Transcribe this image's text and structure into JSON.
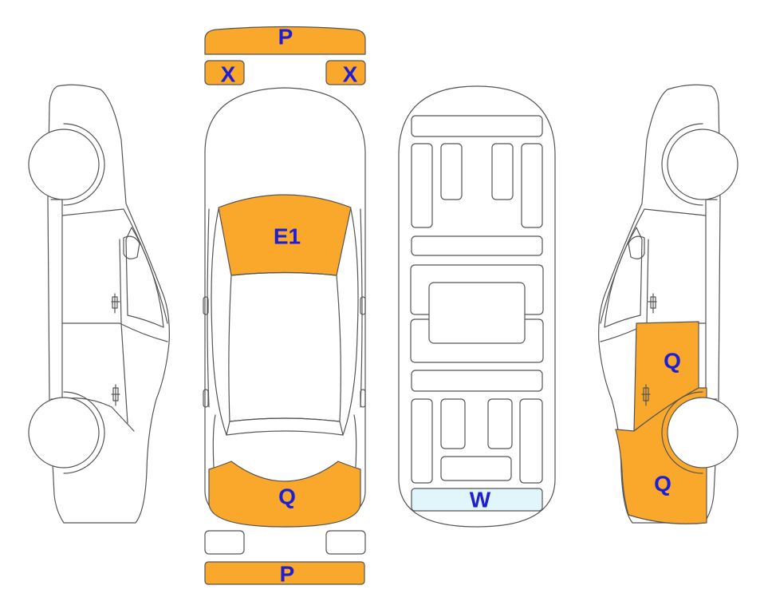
{
  "colors": {
    "damage_fill": "#F9A82B",
    "glass_fill": "#E0F6FB",
    "label_color": "#1E1ED2",
    "outline": "#555555",
    "background": "#FFFFFF"
  },
  "zones": {
    "front_bumper": {
      "code": "P",
      "damaged": true
    },
    "front_left_light": {
      "code": "X",
      "damaged": true
    },
    "front_right_light": {
      "code": "X",
      "damaged": true
    },
    "windshield": {
      "code": "E1",
      "damaged": true
    },
    "trunk_lid": {
      "code": "Q",
      "damaged": true
    },
    "rear_bumper": {
      "code": "P",
      "damaged": true
    },
    "rear_left_light": {
      "code": "",
      "damaged": false
    },
    "rear_right_light": {
      "code": "",
      "damaged": false
    },
    "underbody_rear": {
      "code": "W",
      "damaged": true
    },
    "right_rear_door": {
      "code": "Q",
      "damaged": true
    },
    "right_rear_quarter": {
      "code": "Q",
      "damaged": true
    }
  }
}
